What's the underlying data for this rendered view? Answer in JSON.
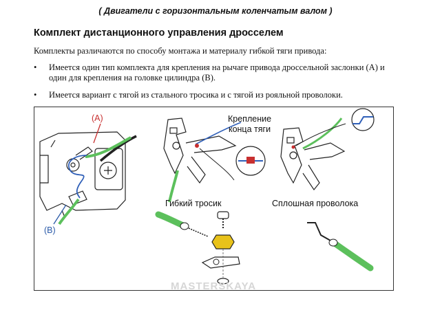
{
  "header": "( Двигатели с горизонтальным коленчатым валом )",
  "title": "Комплект дистанционного управления дросселем",
  "intro": "Комплекты различаются по способу монтажа и материалу гибкой тяги привода:",
  "bullets": [
    "Имеется один тип комплекта для крепления на рычаге привода дроссельной заслонки (А) и один для крепления на головке цилиндра (В).",
    "Имеется вариант с тягой из стального тросика и с тягой из рояльной проволоки."
  ],
  "bullet_symbol": "•",
  "figure": {
    "label_a": "(A)",
    "label_b": "(B)",
    "label_mount": "Крепление\nконца тяги",
    "label_flex": "Гибкий тросик",
    "label_wire": "Сплошная проволока"
  },
  "watermark": "MASTERSKAYA",
  "colors": {
    "cable_green": "#5cc05c",
    "cable_blue": "#2f5fb8",
    "label_red": "#c83030",
    "nut_yellow": "#e8c21a"
  }
}
